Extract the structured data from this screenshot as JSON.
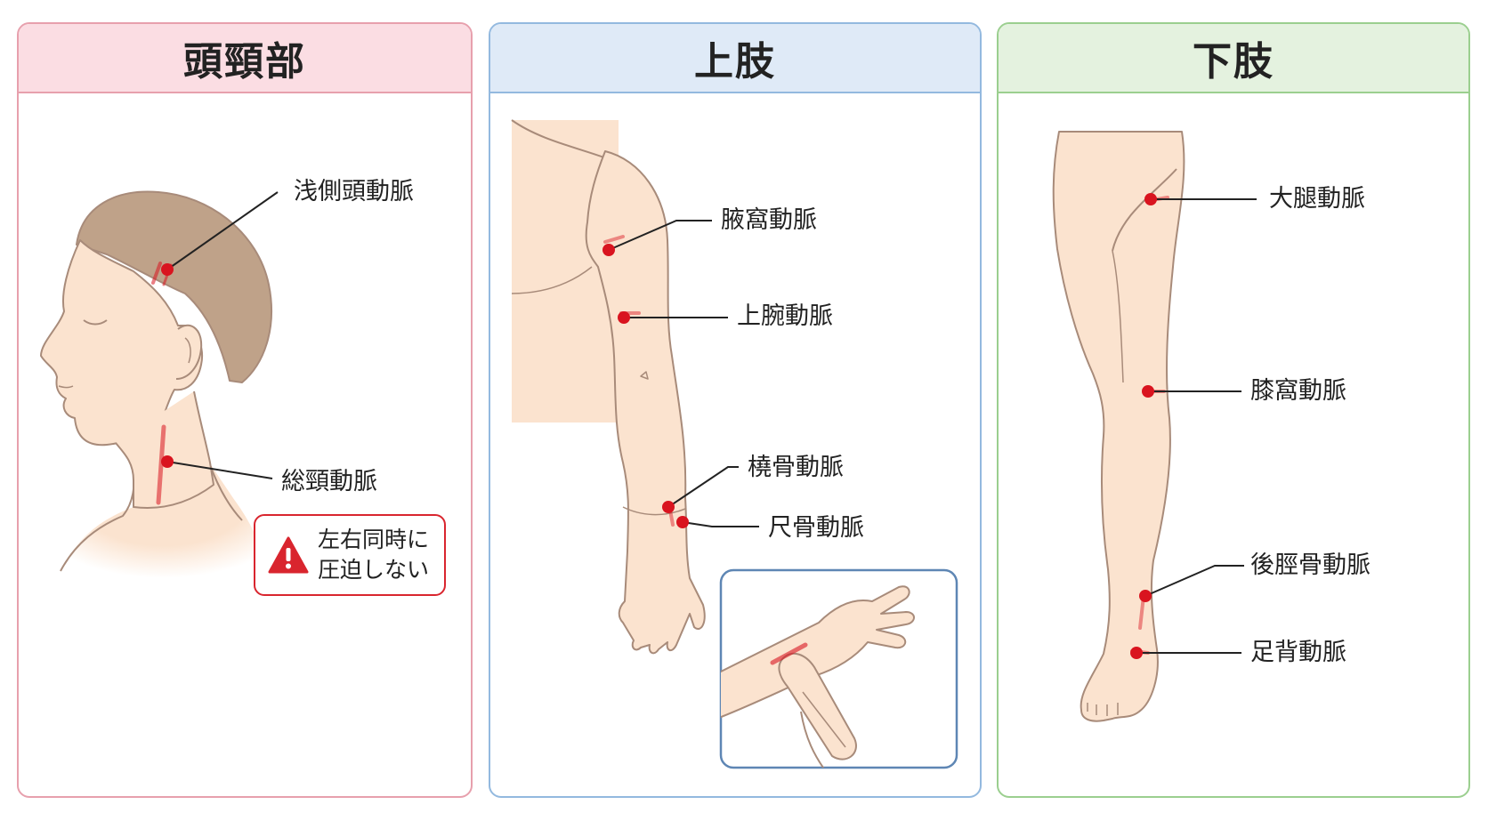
{
  "panels": [
    {
      "title": "頭頸部",
      "accent": "#e7a0ad",
      "header_bg": "#fbdde3"
    },
    {
      "title": "上肢",
      "accent": "#93b9df",
      "header_bg": "#dfeaf7"
    },
    {
      "title": "下肢",
      "accent": "#9bcf8f",
      "header_bg": "#e4f2df"
    }
  ],
  "head_neck": {
    "labels": [
      "浅側頭動脈",
      "総頸動脈"
    ],
    "warning": {
      "line1": "左右同時に",
      "line2": "圧迫しない",
      "icon": "warning-triangle-icon"
    }
  },
  "upper_limb": {
    "labels": [
      "腋窩動脈",
      "上腕動脈",
      "橈骨動脈",
      "尺骨動脈"
    ],
    "inset": "wrist-palpation-illustration"
  },
  "lower_limb": {
    "labels": [
      "大腿動脈",
      "膝窩動脈",
      "後脛骨動脈",
      "足背動脈"
    ]
  },
  "colors": {
    "pulse_point": "#d9141f",
    "skin": "#fbe3cf",
    "skin_outline": "#a88b7a",
    "hair": "#bfa289"
  }
}
